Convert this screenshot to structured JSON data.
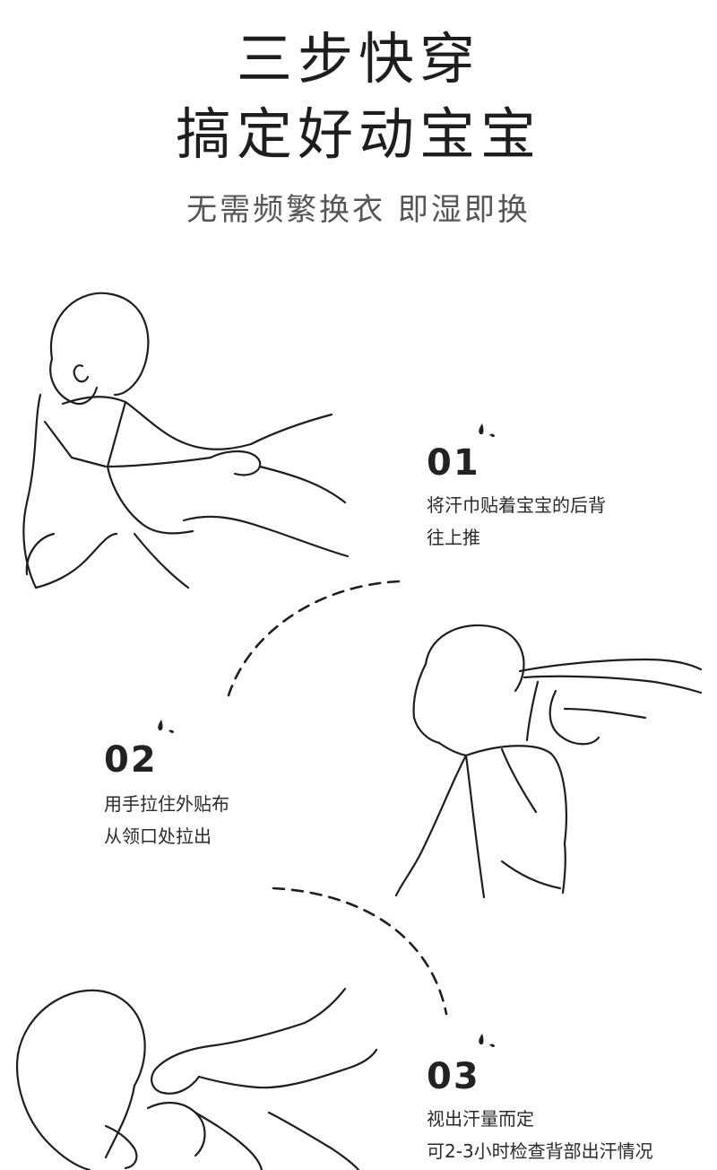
{
  "header": {
    "title_line1": "三步快穿",
    "title_line2": "搞定好动宝宝",
    "subtitle": "无需频繁换衣 即湿即换"
  },
  "steps": [
    {
      "number": "01",
      "line1": "将汗巾贴着宝宝的后背",
      "line2": "往上推",
      "icon": "sweat-drop-icon"
    },
    {
      "number": "02",
      "line1": "用手拉住外贴布",
      "line2": "从领口处拉出",
      "icon": "sweat-drop-icon"
    },
    {
      "number": "03",
      "line1": "视出汗量而定",
      "line2": "可2-3小时检查背部出汗情况",
      "icon": "sweat-drop-icon"
    }
  ],
  "colors": {
    "ink": "#222222",
    "subtitle": "#555555",
    "background": "#ffffff"
  }
}
